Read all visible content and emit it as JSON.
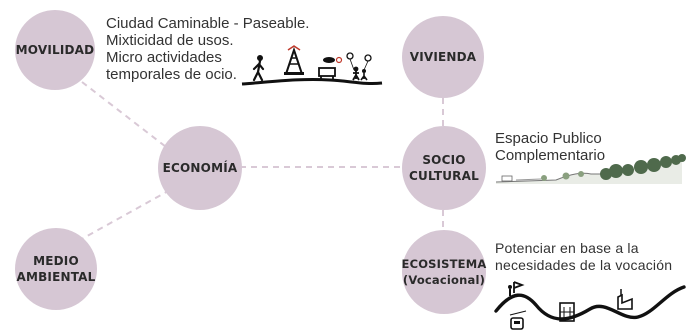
{
  "nodes": {
    "movilidad": "MOVILIDAD",
    "medio_ambiental": "MEDIO\nAMBIENTAL",
    "economia": "ECONOMÍA",
    "vivienda": "VIVIENDA",
    "socio_cultural": "SOCIO\nCULTURAL",
    "ecosistema": "ECOSISTEMA\n(Vocacional)"
  },
  "captions": {
    "movilidad": "Ciudad Caminable - Paseable.\nMixticidad de usos.\nMicro actividades\ntemporales de ocio.",
    "socio_cultural": "Espacio Publico\nComplementario",
    "ecosistema": "Potenciar  en  base  a  la\nnecesidades de la vocación"
  },
  "colors": {
    "node_fill": "#d6c7d4",
    "connector": "#d9c9d6",
    "ink": "#111111"
  },
  "icons": {
    "movilidad_strip": "people-walking-playground-illustration",
    "socio_strip": "park-landscape-illustration",
    "ecosistema_strip": "hills-with-buildings-illustration"
  }
}
